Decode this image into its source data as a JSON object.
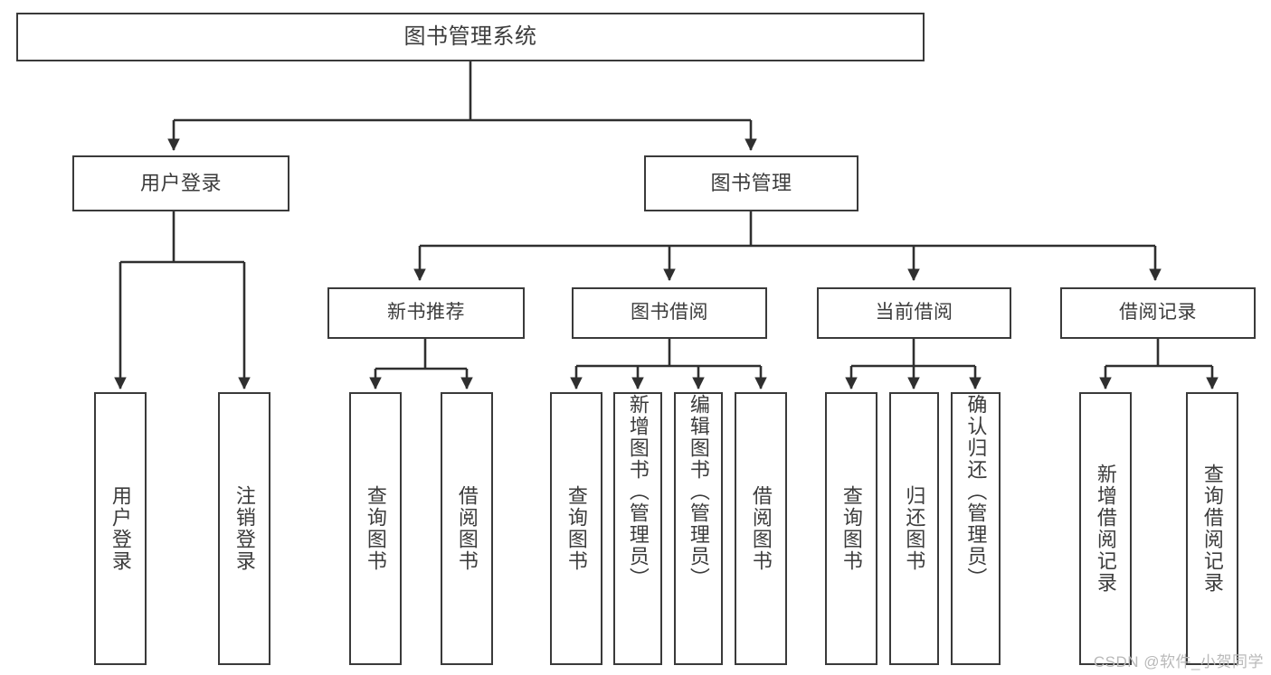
{
  "diagram": {
    "type": "tree",
    "title": "图书管理系统",
    "orientation": "top-down",
    "colors": {
      "box_border": "#3a3a3a",
      "box_fill": "#ffffff",
      "line": "#2f2f2f",
      "text": "#3c3c3c",
      "watermark": "#b9b9b9",
      "background": "#ffffff"
    },
    "levels": {
      "root": "图书管理系统",
      "level2": [
        "用户登录",
        "图书管理"
      ],
      "level3": [
        "新书推荐",
        "图书借阅",
        "当前借阅",
        "借阅记录"
      ]
    }
  },
  "nodes": {
    "root": {
      "label": "图书管理系统"
    },
    "user_login": {
      "label": "用户登录"
    },
    "book_manage": {
      "label": "图书管理"
    },
    "new_book_rec": {
      "label": "新书推荐"
    },
    "book_borrow": {
      "label": "图书借阅"
    },
    "current_borrow": {
      "label": "当前借阅"
    },
    "borrow_record": {
      "label": "借阅记录"
    }
  },
  "leaves": {
    "user_login": [
      {
        "label": "用户登录"
      },
      {
        "label": "注销登录"
      }
    ],
    "new_book_rec": [
      {
        "label": "查询图书"
      },
      {
        "label": "借阅图书"
      }
    ],
    "book_borrow": [
      {
        "label": "查询图书"
      },
      {
        "label": "新增图书（管理员）"
      },
      {
        "label": "编辑图书（管理员）"
      },
      {
        "label": "借阅图书"
      }
    ],
    "current_borrow": [
      {
        "label": "查询图书"
      },
      {
        "label": "归还图书"
      },
      {
        "label": "确认归还（管理员）"
      }
    ],
    "borrow_record": [
      {
        "label": "新增借阅记录"
      },
      {
        "label": "查询借阅记录"
      }
    ]
  },
  "watermark": {
    "text": "CSDN @软件_小贺同学"
  }
}
